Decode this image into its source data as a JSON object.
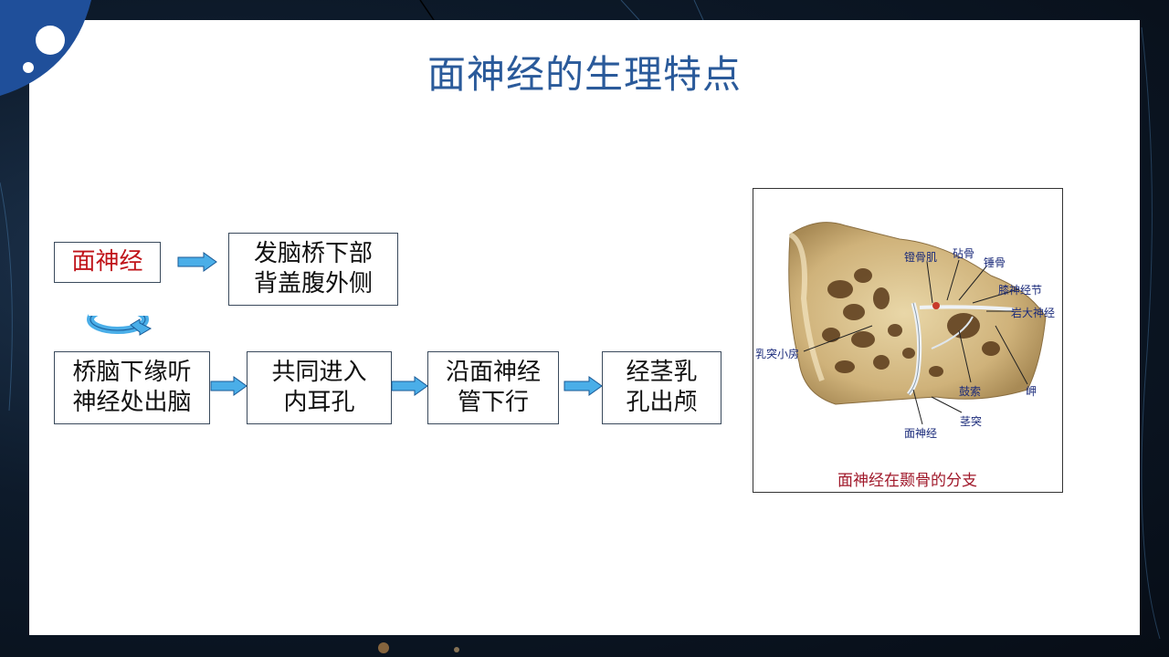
{
  "title": "面神经的生理特点",
  "flow": {
    "start": "面神经",
    "origin": "发脑桥下部\n背盖腹外侧",
    "steps": [
      "桥脑下缘听\n神经处出脑",
      "共同进入\n内耳孔",
      "沿面神经\n管下行",
      "经茎乳\n孔出颅"
    ]
  },
  "figure": {
    "caption": "面神经在颞骨的分支",
    "labels": {
      "stapedius": "镫骨肌",
      "stapes": "砧骨",
      "malleus": "锤骨",
      "geniculate": "膝神经节",
      "petrosal": "岩大神经",
      "mastoid": "乳突小房",
      "chorda": "鼓索",
      "promontory": "岬",
      "facial": "面神经",
      "stylomastoid": "茎突"
    }
  },
  "colors": {
    "title": "#2a5a9a",
    "accent_red": "#c0141a",
    "arrow": "#4aaee8",
    "corner": "#1f4f9a"
  }
}
